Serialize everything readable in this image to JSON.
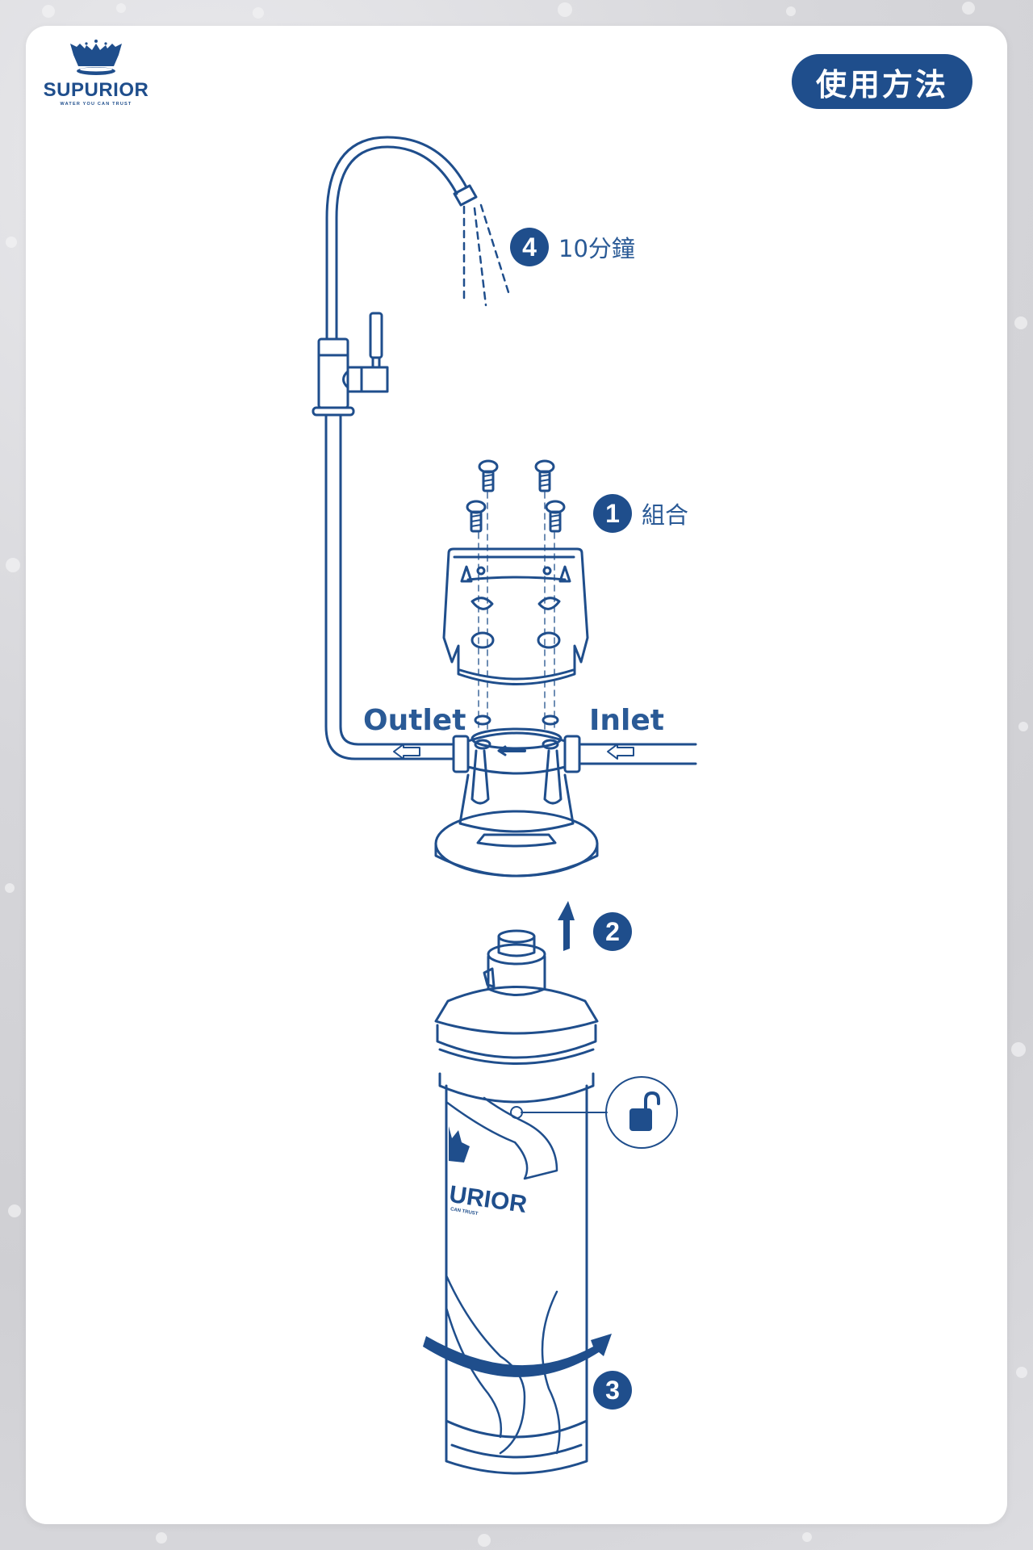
{
  "brand": {
    "name": "SUPURIOR",
    "tagline": "WATER YOU CAN TRUST",
    "color": "#1f4e8c"
  },
  "header": {
    "title": "使用方法"
  },
  "diagram": {
    "labels": {
      "outlet": "Outlet",
      "inlet": "Inlet"
    },
    "steps": [
      {
        "number": "1",
        "label": "組合"
      },
      {
        "number": "2",
        "label": ""
      },
      {
        "number": "3",
        "label": ""
      },
      {
        "number": "4",
        "label": "10分鐘"
      }
    ],
    "icons": {
      "faucet": "faucet-icon",
      "screws": "screw-icon",
      "bracket": "mounting-bracket-icon",
      "filter_head": "filter-head-icon",
      "cartridge": "filter-cartridge-icon",
      "unlock": "unlock-icon",
      "up_arrow": "arrow-up-icon",
      "rotate_arrow": "rotate-arrow-icon",
      "flow_arrow": "flow-arrow-icon"
    },
    "cartridge_brand_text": "URIOR",
    "cartridge_tagline_text": "CAN TRUST"
  },
  "colors": {
    "line": "#1f4e8c",
    "accent": "#1f4e8c",
    "card_bg": "#ffffff"
  }
}
